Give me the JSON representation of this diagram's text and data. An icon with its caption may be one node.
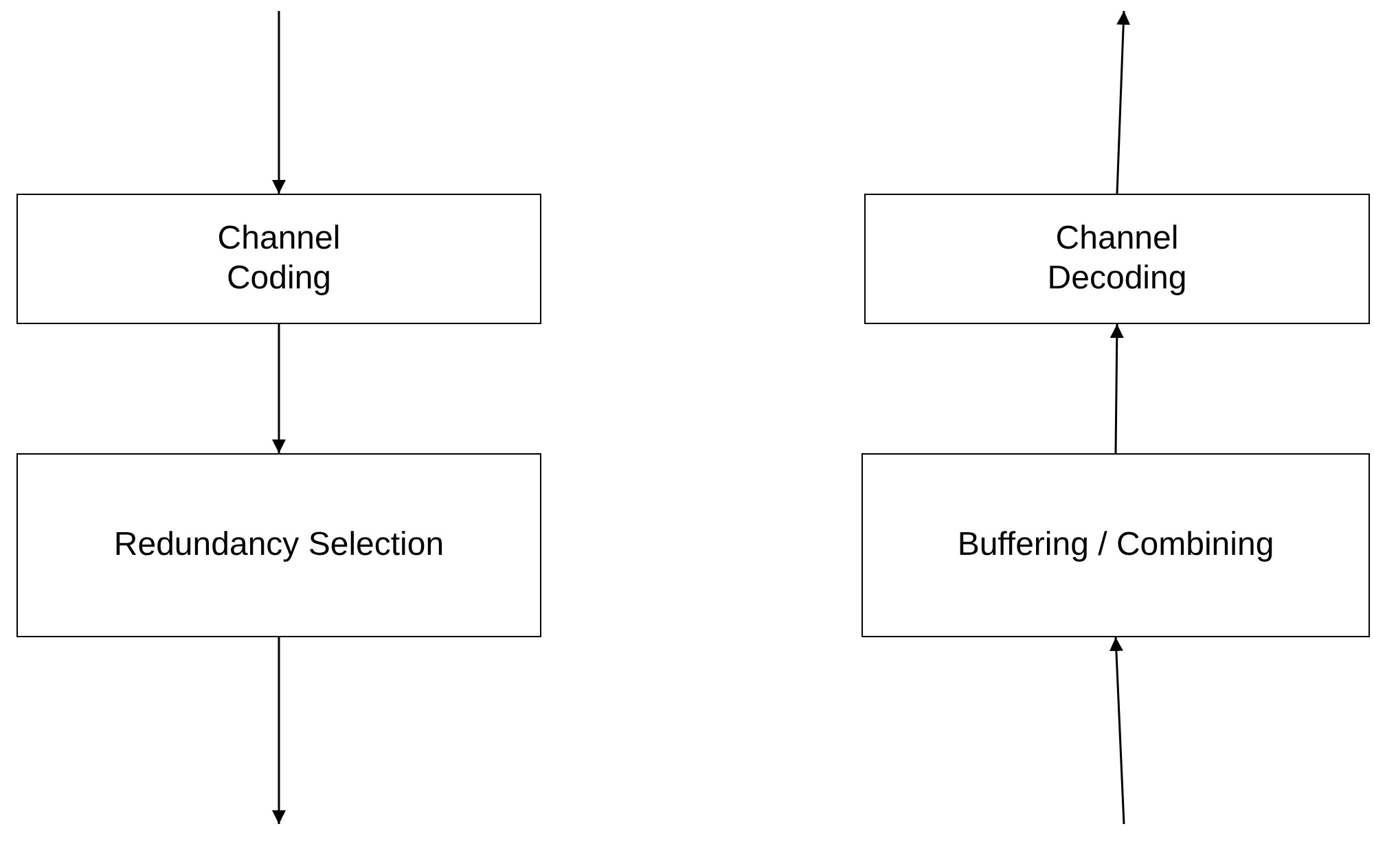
{
  "diagram": {
    "nodes": [
      {
        "text": [
          "Channel Coding"
        ]
      },
      {
        "text": [
          "Channel Decoding"
        ]
      },
      {
        "text": [
          "Redundancy Selection"
        ]
      },
      {
        "text": [
          "Buffering / Combining"
        ]
      }
    ],
    "edges": [
      {
        "from": null,
        "to": 0,
        "arrow": "to"
      },
      {
        "from": 0,
        "to": 2,
        "arrow": "to"
      },
      {
        "from": 2,
        "to": null,
        "arrow": "to"
      },
      {
        "from": null,
        "to": 3,
        "arrow": "to"
      },
      {
        "from": 3,
        "to": 1,
        "arrow": "to"
      },
      {
        "from": 1,
        "to": null,
        "arrow": "to"
      }
    ]
  }
}
